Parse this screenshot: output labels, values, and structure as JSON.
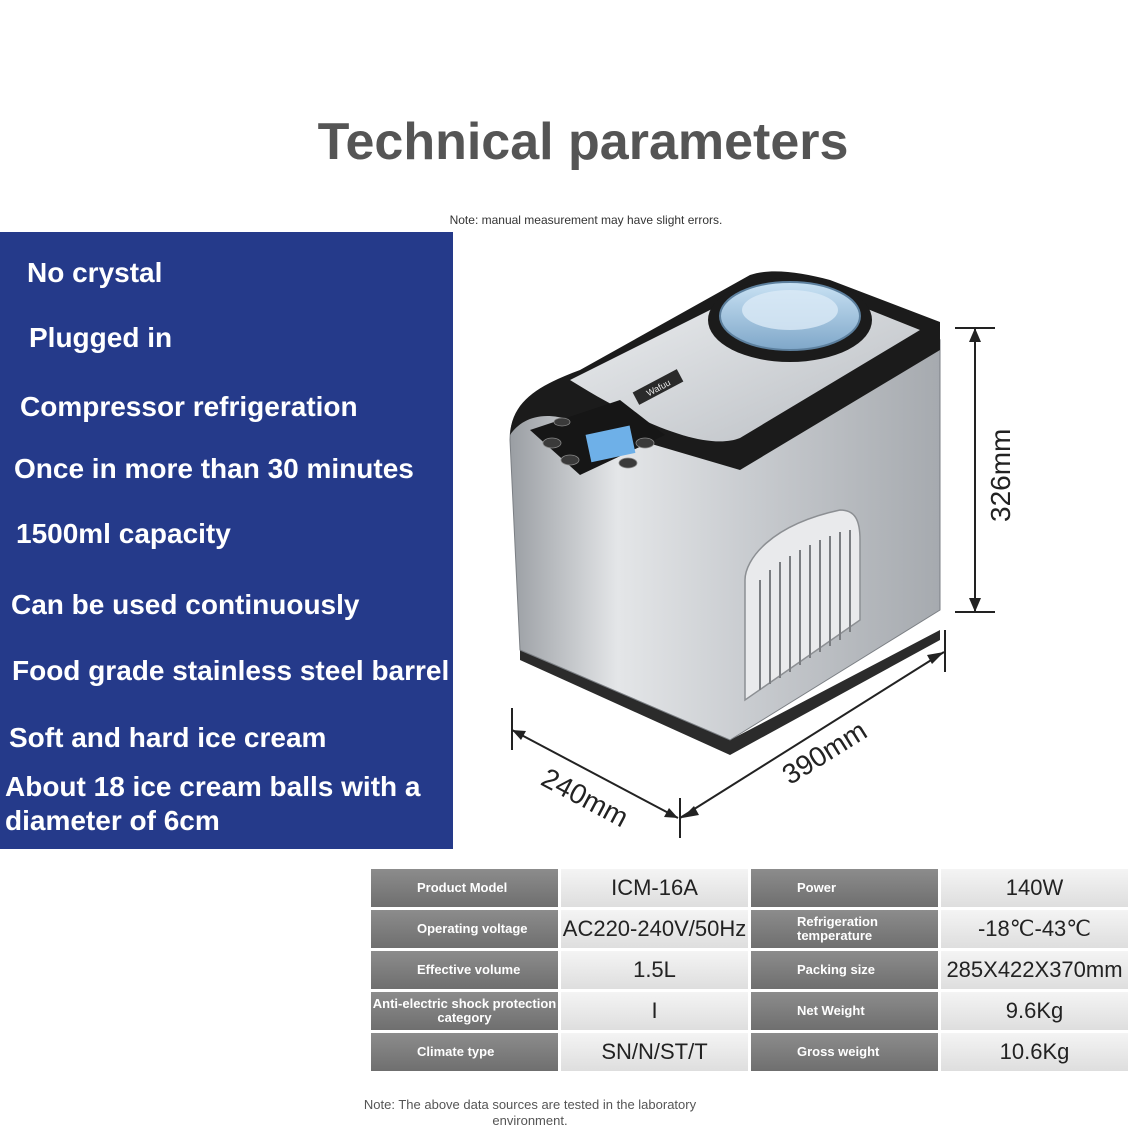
{
  "header": {
    "title": "Technical parameters",
    "note": "Note: manual measurement may have slight errors."
  },
  "features": [
    "No crystal",
    "Plugged in",
    "Compressor refrigeration",
    "Once in more than 30 minutes",
    "1500ml capacity",
    "Can be used continuously",
    "Food grade stainless steel barrel",
    "Soft and hard ice cream",
    "About 18 ice cream balls with a",
    "diameter of 6cm"
  ],
  "product": {
    "brand_label": "Wafuu",
    "dimensions": {
      "height": "326mm",
      "width": "390mm",
      "depth": "240mm"
    }
  },
  "specs": {
    "rows": [
      {
        "k1": "Product Model",
        "v1": "ICM-16A",
        "k2": "Power",
        "v2": "140W"
      },
      {
        "k1": "Operating voltage",
        "v1": "AC220-240V/50Hz",
        "k2": "Refrigeration temperature",
        "v2": "-18℃-43℃"
      },
      {
        "k1": "Effective volume",
        "v1": "1.5L",
        "k2": "Packing size",
        "v2": "285X422X370mm"
      },
      {
        "k1": "Anti-electric shock protection category",
        "v1": "I",
        "k2": "Net Weight",
        "v2": "9.6Kg"
      },
      {
        "k1": "Climate type",
        "v1": "SN/N/ST/T",
        "k2": "Gross weight",
        "v2": "10.6Kg"
      }
    ]
  },
  "footer": {
    "note": "Note: The above data sources are tested in the laboratory environment."
  },
  "colors": {
    "panel": "#253a8a",
    "title": "#555555",
    "label_cell": "#7d7d7d"
  }
}
